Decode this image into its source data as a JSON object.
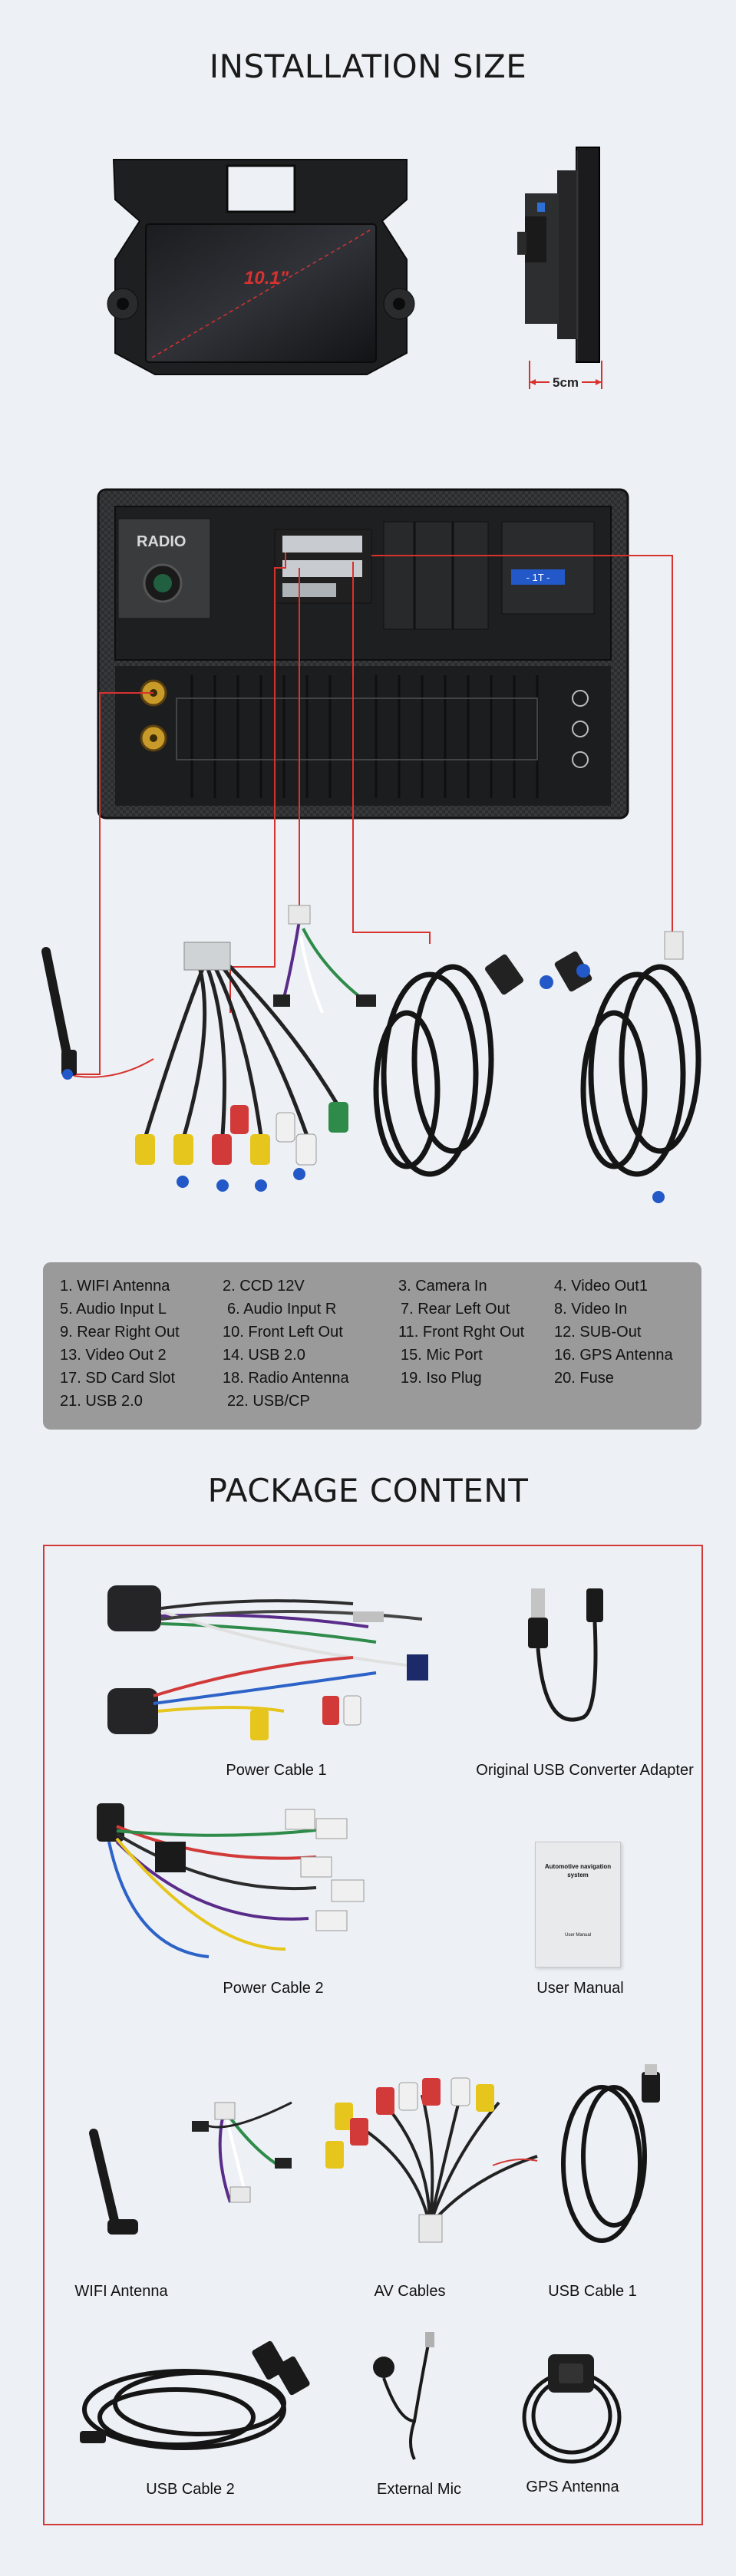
{
  "installation": {
    "title": "INSTALLATION SIZE",
    "screen_size": "10.1\"",
    "depth": "5cm"
  },
  "back_panel": {
    "radio_label": "RADIO",
    "channel_display": "- 1T -"
  },
  "legend": [
    "1. WIFI Antenna",
    "2. CCD 12V",
    "3. Camera In",
    "4. Video Out1",
    "5. Audio Input L",
    "6. Audio Input R",
    "7. Rear Left Out",
    "8. Video In",
    "9. Rear Right Out",
    "10. Front Left Out",
    "11. Front Rght Out",
    "12. SUB-Out",
    "13. Video Out 2",
    "14. USB 2.0",
    "15. Mic  Port",
    "16. GPS Antenna",
    "17. SD Card Slot",
    "18. Radio Antenna",
    "19. Iso Plug",
    "20. Fuse",
    "21. USB 2.0",
    "22. USB/CP"
  ],
  "package": {
    "title": "PACKAGE CONTENT",
    "items": [
      "Power Cable 1",
      "Original USB Converter Adapter",
      "Power Cable 2",
      "User Manual",
      "WIFI Antenna",
      "AV Cables",
      "USB Cable 1",
      "USB Cable 2",
      "External Mic",
      "GPS Antenna"
    ],
    "manual_cover_title": "Automotive navigation system",
    "manual_cover_sub": "User Manual"
  },
  "colors": {
    "accent_red": "#d23a3a",
    "screen_label": "#d8322f",
    "dimension_red": "#d8322f",
    "legend_bg": "#9a9a9a",
    "page_bg": "#edf1f5"
  }
}
